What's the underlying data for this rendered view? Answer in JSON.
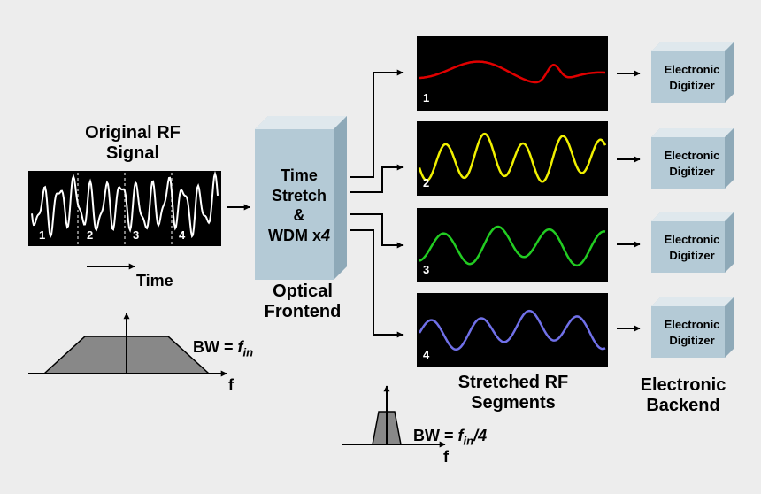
{
  "input": {
    "title_line1": "Original RF",
    "title_line2": "Signal",
    "segment_numbers": [
      "1",
      "2",
      "3",
      "4"
    ],
    "time_label": "Time"
  },
  "input_spectrum": {
    "bw_prefix": "BW = ",
    "bw_var": "f",
    "bw_sub": "in",
    "axis_label": "f"
  },
  "frontend": {
    "box_line1": "Time",
    "box_line2": "Stretch",
    "box_line3": "&",
    "box_line4_prefix": "WDM x",
    "box_line4_num": "4",
    "caption_line1": "Optical",
    "caption_line2": "Frontend"
  },
  "segments": [
    {
      "number": "1",
      "color": "#e00000"
    },
    {
      "number": "2",
      "color": "#f0f000"
    },
    {
      "number": "3",
      "color": "#22cc22"
    },
    {
      "number": "4",
      "color": "#7070e8"
    }
  ],
  "segments_caption": {
    "line1": "Stretched RF",
    "line2": "Segments"
  },
  "segment_spectrum": {
    "bw_prefix": "BW = ",
    "bw_var": "f",
    "bw_sub": "in",
    "bw_suffix": "/4",
    "axis_label": "f"
  },
  "digitizers": [
    {
      "line1": "Electronic",
      "line2": "Digitizer"
    },
    {
      "line1": "Electronic",
      "line2": "Digitizer"
    },
    {
      "line1": "Electronic",
      "line2": "Digitizer"
    },
    {
      "line1": "Electronic",
      "line2": "Digitizer"
    }
  ],
  "backend": {
    "line1": "Electronic",
    "line2": "Backend"
  },
  "colors": {
    "background": "#ededed",
    "scope_background": "#000000",
    "box_front": "#b4cad6",
    "box_top": "#dfe8ed",
    "box_side": "#8ea9b8",
    "spectrum_fill": "#888888"
  }
}
